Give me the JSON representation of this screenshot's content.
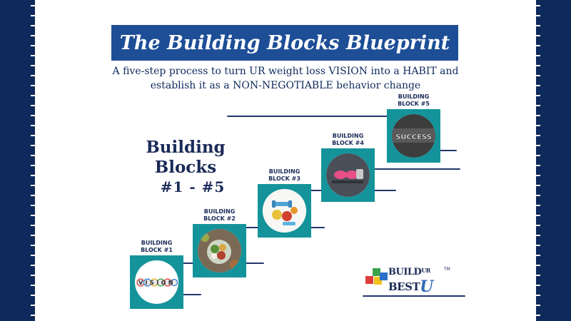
{
  "title": "The Building Blocks Blueprint",
  "subtitle": {
    "line1": "A five-step process to turn UR weight loss VISION into a HABIT and",
    "line2": "establish it as a NON-NEGOTIABLE behavior change"
  },
  "heading": {
    "main": "Building Blocks",
    "sub": "#1 - #5"
  },
  "blocks": [
    {
      "label_line1": "BUILDING",
      "label_line2": "BLOCK #1",
      "image": "vision-letters-image",
      "image_text": "VISION"
    },
    {
      "label_line1": "BUILDING",
      "label_line2": "BLOCK #2",
      "image": "healthy-food-bowl-image"
    },
    {
      "label_line1": "BUILDING",
      "label_line2": "BLOCK #3",
      "image": "dumbbells-and-fruit-image"
    },
    {
      "label_line1": "BUILDING",
      "label_line2": "BLOCK #4",
      "image": "sneakers-and-weights-image"
    },
    {
      "label_line1": "BUILDING",
      "label_line2": "BLOCK #5",
      "image": "success-chalkboard-image",
      "image_text": "SUCCESS"
    }
  ],
  "logo": {
    "word1": "BUILD",
    "ur": "UR",
    "word2": "BEST",
    "u": "U",
    "tm": "TM"
  },
  "colors": {
    "navy": "#0e2a5c",
    "banner_blue": "#1d4e96",
    "teal": "#14949a",
    "text_dark": "#1b2b57"
  }
}
